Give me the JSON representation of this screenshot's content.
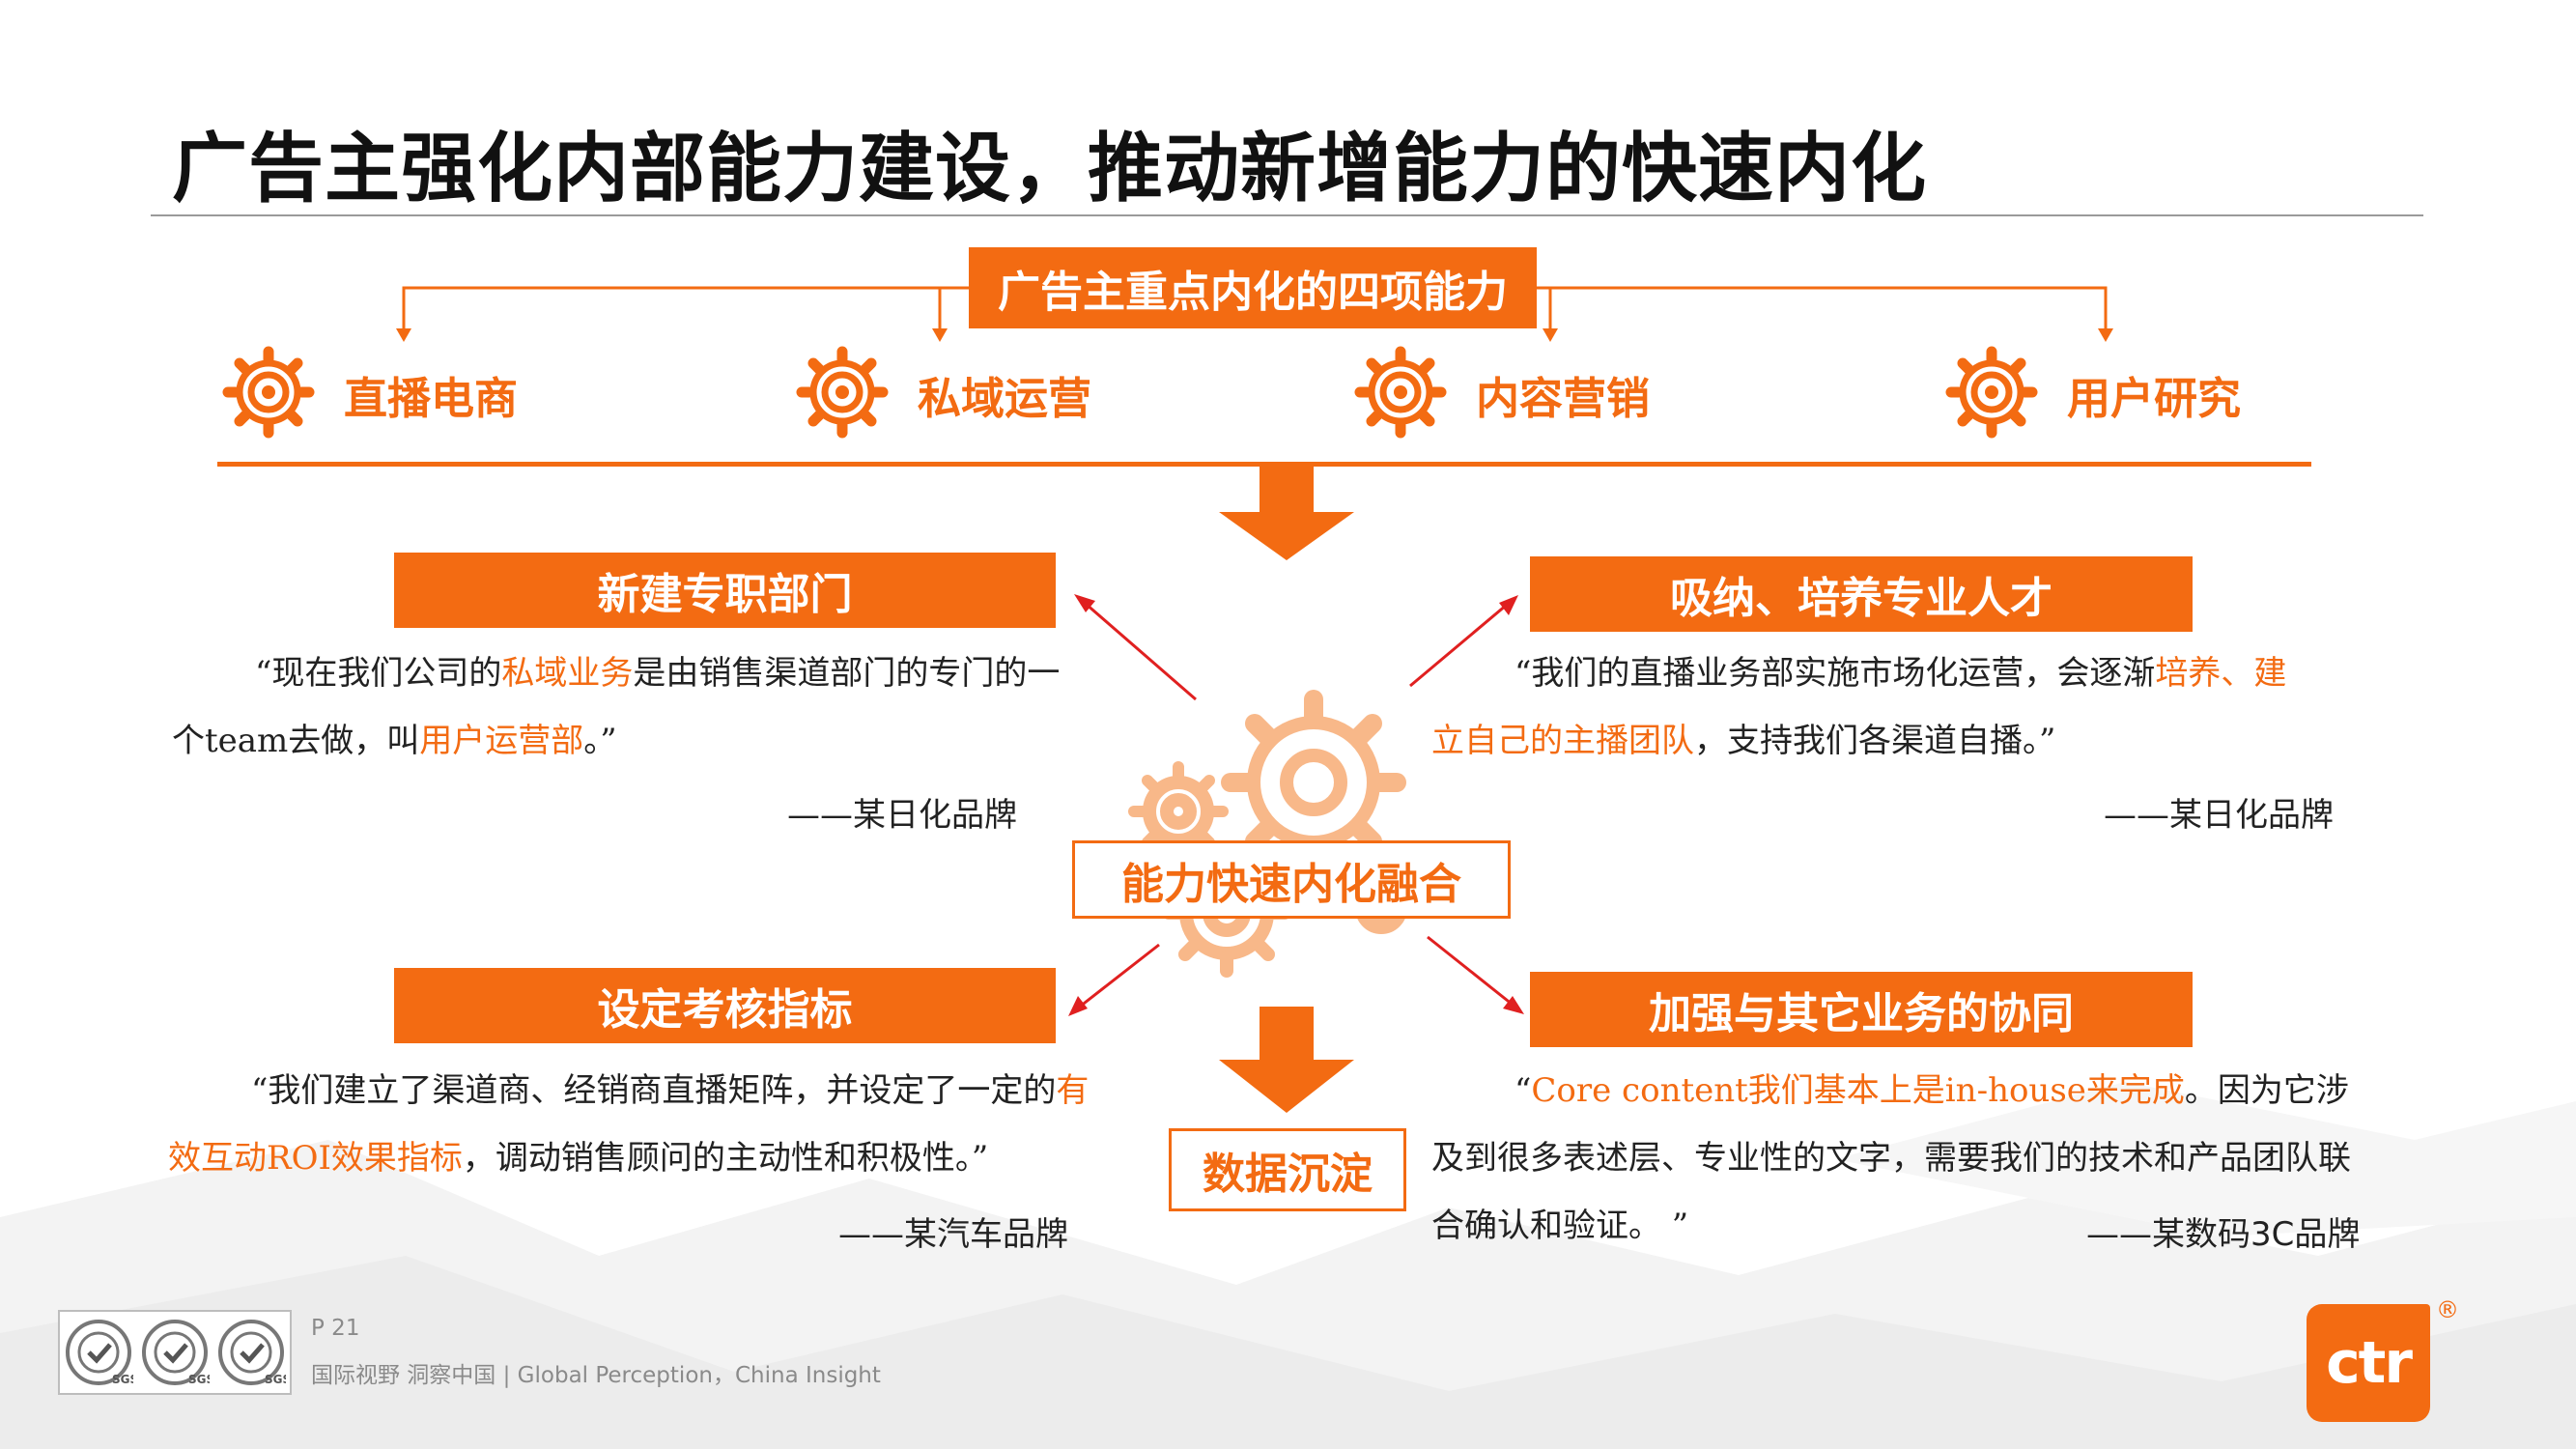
{
  "title": "广告主强化内部能力建设，推动新增能力的快速内化",
  "top_box": "广告主重点内化的四项能力",
  "capabilities": [
    {
      "label": "直播电商",
      "icon": "gear-icon"
    },
    {
      "label": "私域运营",
      "icon": "gear-icon"
    },
    {
      "label": "内容营销",
      "icon": "gear-icon"
    },
    {
      "label": "用户研究",
      "icon": "gear-icon"
    }
  ],
  "center_label": "能力快速内化融合",
  "data_label": "数据沉淀",
  "quadrants": [
    {
      "heading": "新建专职部门",
      "quote": [
        {
          "t": "“现在我们公司的",
          "hl": false
        },
        {
          "t": "私域业务",
          "hl": true
        },
        {
          "t": "是由销售渠道部门的专门的一个team去做，叫",
          "hl": false
        },
        {
          "t": "用户运营部",
          "hl": true
        },
        {
          "t": "。”",
          "hl": false
        }
      ],
      "source": "——某日化品牌"
    },
    {
      "heading": "吸纳、培养专业人才",
      "quote": [
        {
          "t": "“我们的直播业务部实施市场化运营，会逐渐",
          "hl": false
        },
        {
          "t": "培养、建立自己的主播团队",
          "hl": true
        },
        {
          "t": "，支持我们各渠道自播。”",
          "hl": false
        }
      ],
      "source": "——某日化品牌"
    },
    {
      "heading": "设定考核指标",
      "quote": [
        {
          "t": "“我们建立了渠道商、经销商直播矩阵，并设定了一定的",
          "hl": false
        },
        {
          "t": "有效互动ROI效果指标",
          "hl": true
        },
        {
          "t": "，调动销售顾问的主动性和积极性。”",
          "hl": false
        }
      ],
      "source": "——某汽车品牌"
    },
    {
      "heading": "加强与其它业务的协同",
      "quote": [
        {
          "t": "“",
          "hl": false
        },
        {
          "t": "Core content我们基本上是in-house来完成",
          "hl": true
        },
        {
          "t": "。因为它涉及到很多表述层、专业性的文字，需要我们的技术和产品团队联合确认和验证。 ”",
          "hl": false
        }
      ],
      "source": "——某数码3C品牌"
    }
  ],
  "footer": {
    "page": "P 21",
    "tagline": "国际视野 洞察中国 | Global Perception，China Insight",
    "seal_text": "SGS",
    "logo_text": "ctr",
    "logo_mark": "®"
  },
  "colors": {
    "accent": "#f36b12",
    "arrow_red": "#e02020"
  }
}
